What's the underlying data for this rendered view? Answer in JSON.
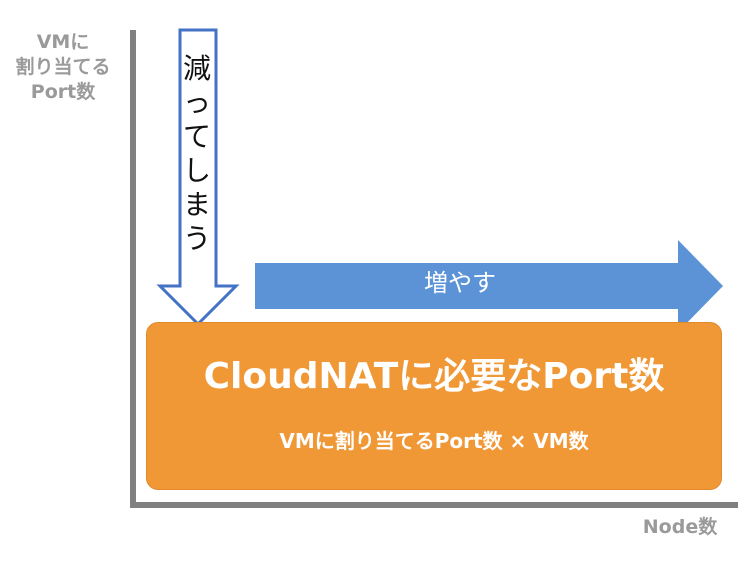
{
  "axes": {
    "y_label_lines": [
      "VMに",
      "割り当てる",
      "Port数"
    ],
    "x_label": "Node数"
  },
  "down_arrow": {
    "chars": [
      "減",
      "っ",
      "て",
      "し",
      "ま",
      "う"
    ],
    "fill": "#ffffff",
    "stroke": "#4472c4"
  },
  "right_arrow": {
    "label": "増やす",
    "fill": "#5b93d6"
  },
  "result_box": {
    "title": "CloudNATに必要なPort数",
    "formula": "VMに割り当てるPort数 × VM数",
    "fill": "#f19836"
  }
}
